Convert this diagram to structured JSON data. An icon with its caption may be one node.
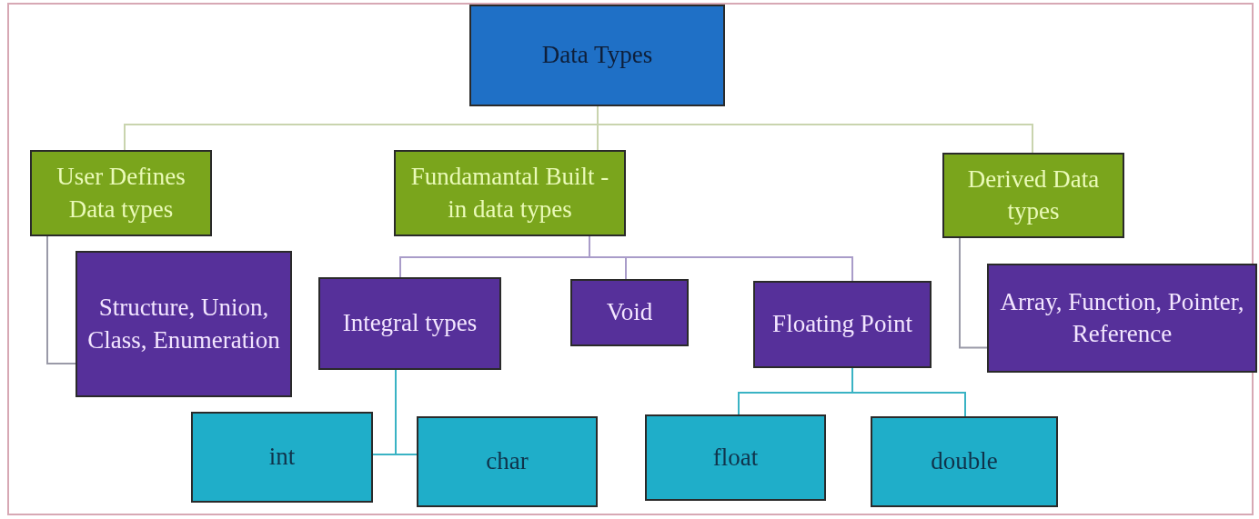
{
  "diagram": {
    "nodes": [
      {
        "text": [
          "Data Types"
        ]
      },
      {
        "text": [
          "User Defines Data types"
        ]
      },
      {
        "text": [
          "Fundamantal Built - in data types"
        ]
      },
      {
        "text": [
          "Derived Data types"
        ]
      },
      {
        "text": [
          "Structure, Union, Class, Enumeration"
        ]
      },
      {
        "text": [
          "Integral types"
        ]
      },
      {
        "text": [
          "Void"
        ]
      },
      {
        "text": [
          "Floating Point"
        ]
      },
      {
        "text": [
          "Array, Function, Pointer, Reference"
        ]
      },
      {
        "text": [
          "int"
        ]
      },
      {
        "text": [
          "char"
        ]
      },
      {
        "text": [
          "float"
        ]
      },
      {
        "text": [
          "double"
        ]
      }
    ],
    "edges": [
      {
        "from": 0,
        "to": 1,
        "arrow": "none",
        "color": "#c9d4ae"
      },
      {
        "from": 0,
        "to": 2,
        "arrow": "none",
        "color": "#c9d4ae"
      },
      {
        "from": 0,
        "to": 3,
        "arrow": "none",
        "color": "#c9d4ae"
      },
      {
        "from": 1,
        "to": 4,
        "arrow": "none",
        "color": "#9a9aa8"
      },
      {
        "from": 2,
        "to": 5,
        "arrow": "none",
        "color": "#a99cc9"
      },
      {
        "from": 2,
        "to": 6,
        "arrow": "none",
        "color": "#a99cc9"
      },
      {
        "from": 2,
        "to": 7,
        "arrow": "none",
        "color": "#a99cc9"
      },
      {
        "from": 3,
        "to": 8,
        "arrow": "none",
        "color": "#9a9aa8"
      },
      {
        "from": 5,
        "to": 9,
        "arrow": "none"
      },
      {
        "from": 5,
        "to": 10,
        "arrow": "none"
      },
      {
        "from": 7,
        "to": 11,
        "arrow": "none"
      },
      {
        "from": 7,
        "to": 12,
        "arrow": "none"
      }
    ]
  }
}
